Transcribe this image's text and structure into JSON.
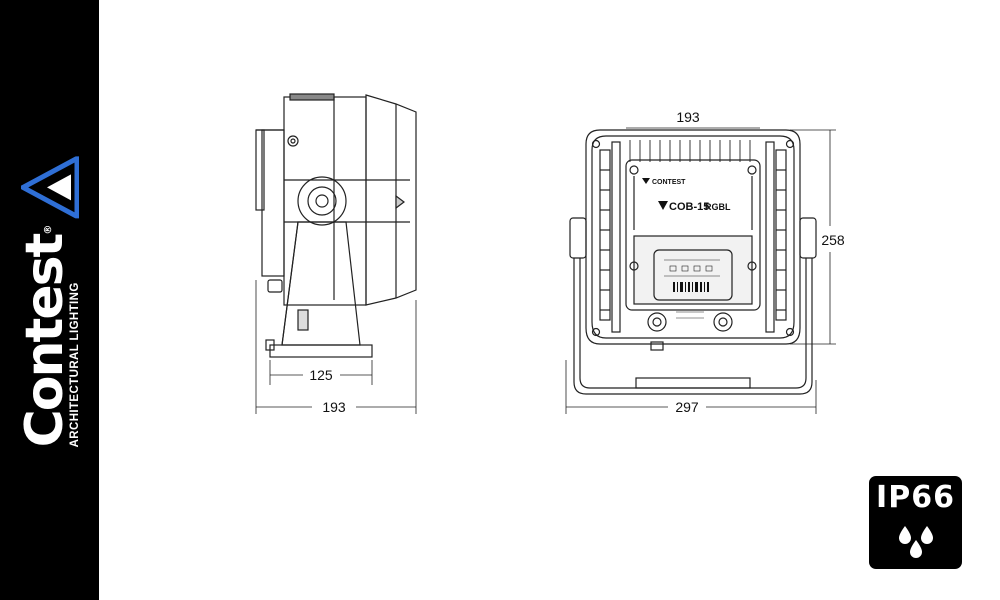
{
  "brand": {
    "name": "Contest",
    "registered": "®",
    "subtitle": "ARCHITECTURAL LIGHTING"
  },
  "product": {
    "model_label": "COB-15",
    "model_suffix": "RGBL",
    "nameplate_brand": "CONTEST"
  },
  "dimensions": {
    "side_base_width": "125",
    "side_depth": "193",
    "front_width_top": "193",
    "front_height": "258",
    "front_total_width": "297"
  },
  "rating": {
    "ip_label": "IP66",
    "icon": "water-drops-icon"
  },
  "colors": {
    "sidebar": "#000000",
    "accent_blue": "#2f6fd6",
    "line": "#222222"
  }
}
